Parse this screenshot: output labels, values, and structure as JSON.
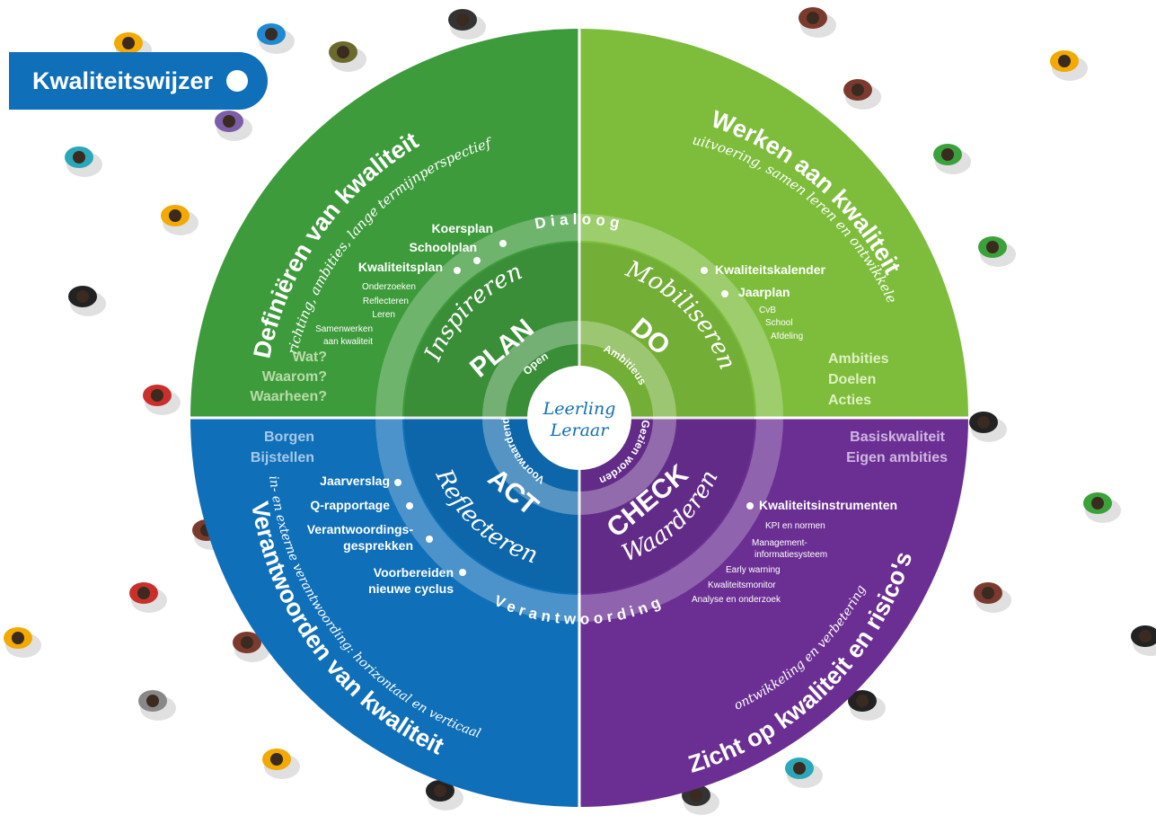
{
  "badge": {
    "label": "Kwaliteitswijzer"
  },
  "colors": {
    "plan": "#3e9b3c",
    "do": "#7dbd3b",
    "act": "#0f6fb8",
    "check": "#6b2f93",
    "badge": "#0f6fb8"
  },
  "quadrants": {
    "plan": {
      "title": "Definiëren van kwaliteit",
      "subtitle": "richting, ambities, lange termijnperspectief",
      "items": [
        "Koersplan",
        "Schoolplan",
        "Kwaliteitsplan"
      ],
      "subitems": [
        "Onderzoeken",
        "Reflecteren",
        "Leren",
        "Samenwerken",
        "aan kwaliteit"
      ],
      "questions": [
        "Wat?",
        "Waarom?",
        "Waarheen?"
      ],
      "verb": "Inspireren",
      "code": "PLAN"
    },
    "do": {
      "title": "Werken aan kwaliteit",
      "subtitle": "uitvoering, samen leren en ontwikkelen",
      "items": [
        "Kwaliteitskalender",
        "Jaarplan"
      ],
      "subitems": [
        "CvB",
        "School",
        "Afdeling"
      ],
      "goals": [
        "Ambities",
        "Doelen",
        "Acties"
      ],
      "verb": "Mobiliseren",
      "code": "DO"
    },
    "act": {
      "title": "Verantwoorden van kwaliteit",
      "subtitle": "in- en externe verantwoording: horizontaal en verticaal",
      "labels": [
        "Borgen",
        "Bijstellen"
      ],
      "items": [
        "Jaarverslag",
        "Q-rapportage",
        "Verantwoordings-",
        "gesprekken",
        "Voorbereiden",
        "nieuwe cyclus"
      ],
      "verb": "Reflecteren",
      "code": "ACT"
    },
    "check": {
      "title": "Zicht op kwaliteit en risico's",
      "subtitle": "ontwikkeling en verbetering",
      "labels": [
        "Basiskwaliteit",
        "Eigen ambities"
      ],
      "items": [
        "Kwaliteitsinstrumenten"
      ],
      "subitems": [
        "KPI en normen",
        "Management-",
        "informatiesysteem",
        "Early warning",
        "Kwaliteitsmonitor",
        "Analyse en onderzoek"
      ],
      "verb": "Waarderen",
      "code": "CHECK"
    }
  },
  "ring": {
    "top": "Dialoog",
    "bottom": "Verantwoording"
  },
  "inner_values": [
    "Open",
    "Ambitieus",
    "Gezien worden",
    "Voorwaardend"
  ],
  "center": [
    "Leerling",
    "Leraar"
  ]
}
